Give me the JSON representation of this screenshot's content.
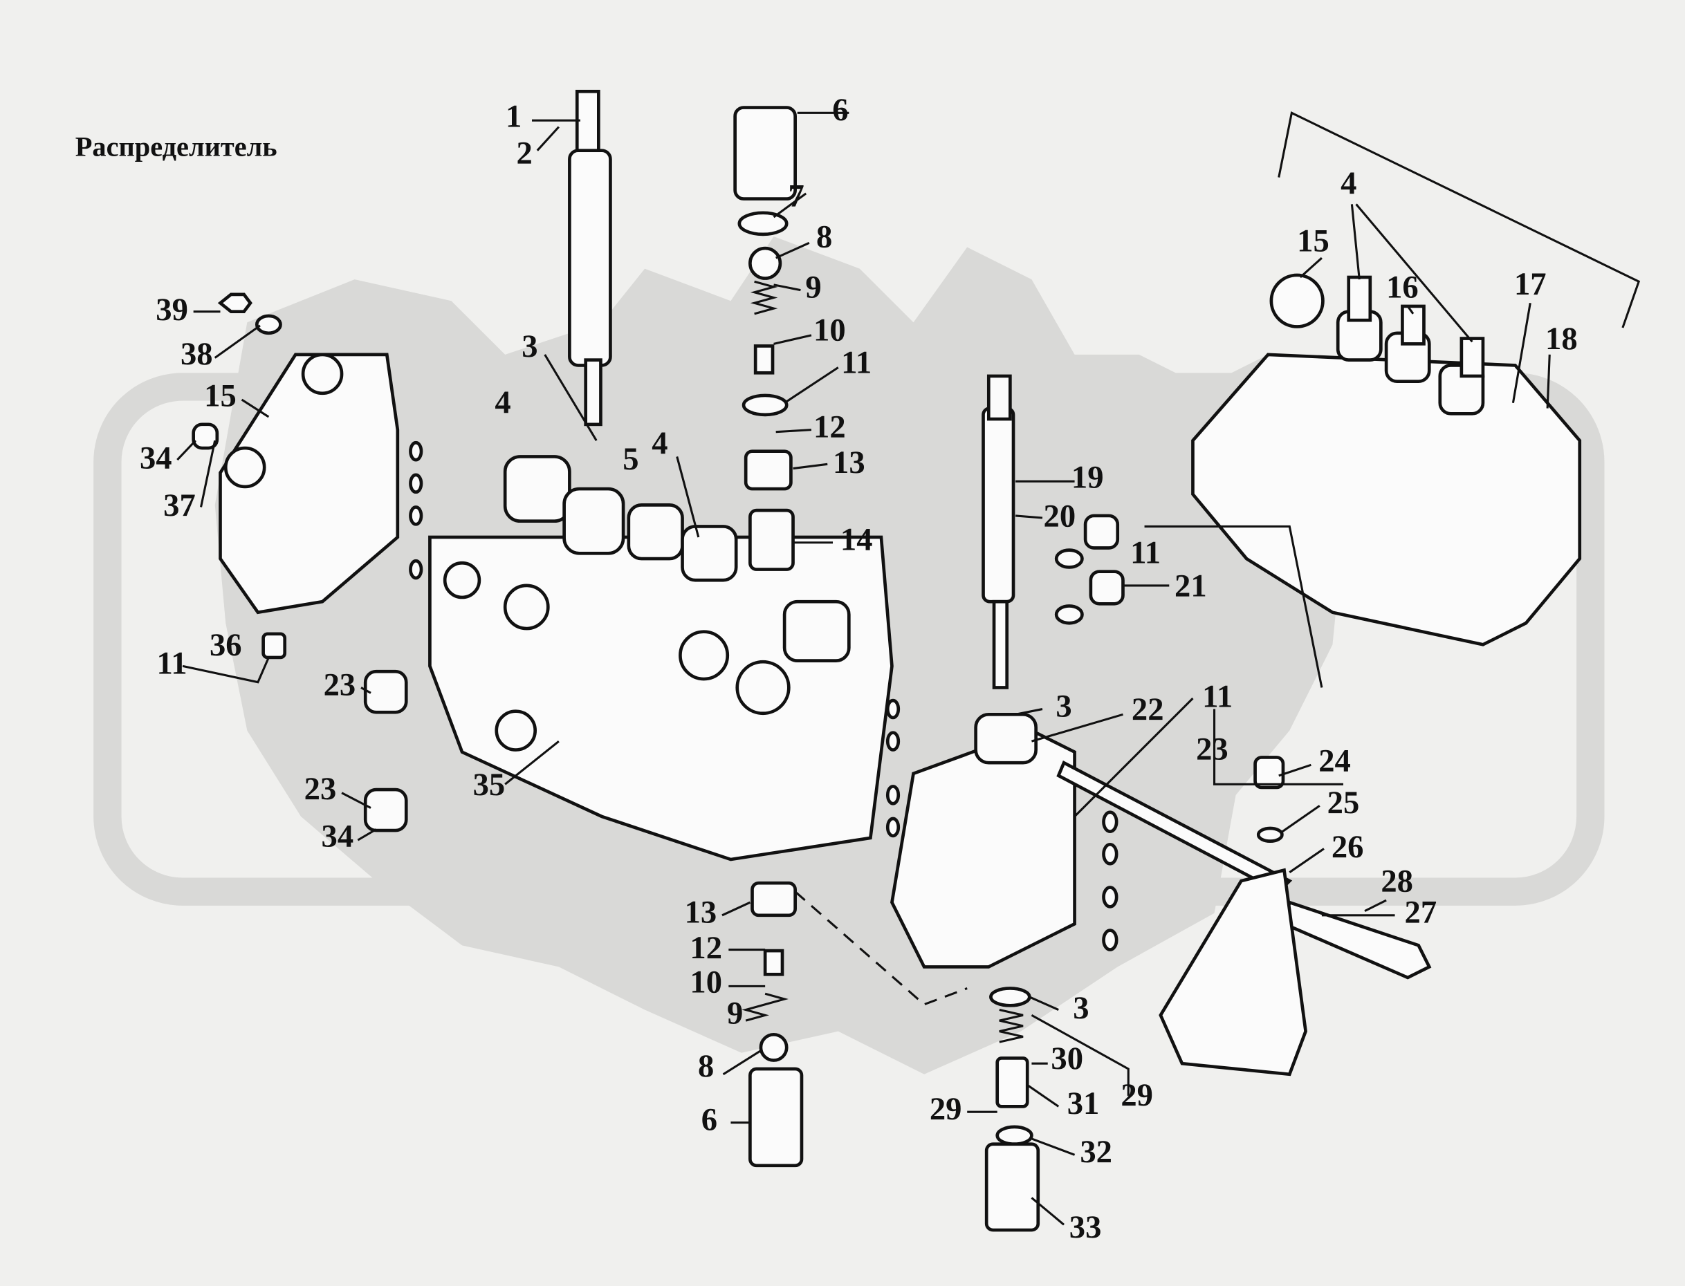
{
  "title": "Распределитель",
  "callouts": [
    "1",
    "2",
    "6",
    "7",
    "8",
    "9",
    "10",
    "11",
    "3",
    "12",
    "13",
    "4",
    "5",
    "4",
    "14",
    "19",
    "20",
    "11",
    "21",
    "3",
    "22",
    "11",
    "23",
    "24",
    "25",
    "26",
    "28",
    "27",
    "3",
    "29",
    "30",
    "31",
    "29",
    "32",
    "33",
    "13",
    "12",
    "10",
    "9",
    "8",
    "6",
    "39",
    "38",
    "15",
    "34",
    "37",
    "36",
    "11",
    "23",
    "23",
    "35",
    "34",
    "4",
    "15",
    "16",
    "17",
    "18"
  ]
}
